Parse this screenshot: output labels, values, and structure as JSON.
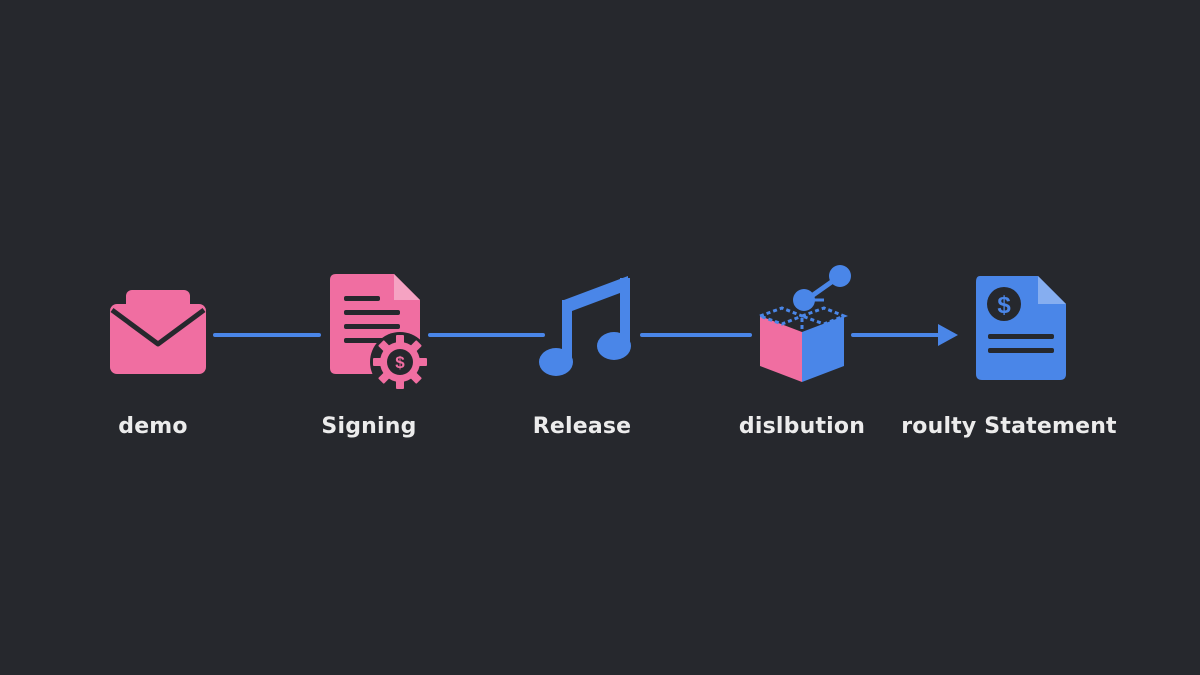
{
  "colors": {
    "background": "#26282d",
    "pink": "#f06ea1",
    "blue": "#4a86e8",
    "text": "#ececec"
  },
  "steps": [
    {
      "label": "demo",
      "icon": "envelope-icon"
    },
    {
      "label": "Signing",
      "icon": "contract-dollar-gear-icon"
    },
    {
      "label": "Release",
      "icon": "music-note-icon"
    },
    {
      "label": "dislbution",
      "icon": "box-network-icon"
    },
    {
      "label": "roulty Statement",
      "icon": "dollar-document-icon"
    }
  ]
}
